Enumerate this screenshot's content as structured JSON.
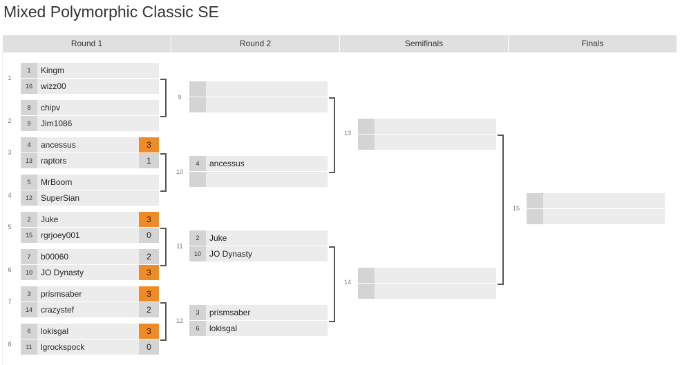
{
  "title": "Mixed Polymorphic Classic SE",
  "rounds": [
    "Round 1",
    "Round 2",
    "Semifinals",
    "Finals"
  ],
  "round1": [
    {
      "num": "1",
      "top": {
        "seed": "1",
        "name": "Kingm",
        "score": ""
      },
      "bot": {
        "seed": "16",
        "name": "wizz00",
        "score": ""
      }
    },
    {
      "num": "2",
      "top": {
        "seed": "8",
        "name": "chipv",
        "score": ""
      },
      "bot": {
        "seed": "9",
        "name": "Jim1086",
        "score": ""
      }
    },
    {
      "num": "3",
      "top": {
        "seed": "4",
        "name": "ancessus",
        "score": "3",
        "win": true
      },
      "bot": {
        "seed": "13",
        "name": "raptors",
        "score": "1"
      }
    },
    {
      "num": "4",
      "top": {
        "seed": "5",
        "name": "MrBoom",
        "score": ""
      },
      "bot": {
        "seed": "12",
        "name": "SuperSian",
        "score": ""
      }
    },
    {
      "num": "5",
      "top": {
        "seed": "2",
        "name": "Juke",
        "score": "3",
        "win": true
      },
      "bot": {
        "seed": "15",
        "name": "rgrjoey001",
        "score": "0"
      }
    },
    {
      "num": "6",
      "top": {
        "seed": "7",
        "name": "b00060",
        "score": "2"
      },
      "bot": {
        "seed": "10",
        "name": "JO Dynasty",
        "score": "3",
        "win": true
      }
    },
    {
      "num": "7",
      "top": {
        "seed": "3",
        "name": "prismsaber",
        "score": "3",
        "win": true
      },
      "bot": {
        "seed": "14",
        "name": "crazystef",
        "score": "2"
      }
    },
    {
      "num": "8",
      "top": {
        "seed": "6",
        "name": "lokisgal",
        "score": "3",
        "win": true
      },
      "bot": {
        "seed": "11",
        "name": "lgrockspock",
        "score": "0"
      }
    }
  ],
  "round2": [
    {
      "num": "9",
      "top": {
        "seed": "",
        "name": ""
      },
      "bot": {
        "seed": "",
        "name": ""
      }
    },
    {
      "num": "10",
      "top": {
        "seed": "4",
        "name": "ancessus"
      },
      "bot": {
        "seed": "",
        "name": ""
      }
    },
    {
      "num": "11",
      "top": {
        "seed": "2",
        "name": "Juke"
      },
      "bot": {
        "seed": "10",
        "name": "JO Dynasty"
      }
    },
    {
      "num": "12",
      "top": {
        "seed": "3",
        "name": "prismsaber"
      },
      "bot": {
        "seed": "6",
        "name": "lokisgal"
      }
    }
  ],
  "semifinals": [
    {
      "num": "13",
      "top": {
        "seed": "",
        "name": ""
      },
      "bot": {
        "seed": "",
        "name": ""
      }
    },
    {
      "num": "14",
      "top": {
        "seed": "",
        "name": ""
      },
      "bot": {
        "seed": "",
        "name": ""
      }
    }
  ],
  "finals": [
    {
      "num": "15",
      "top": {
        "seed": "",
        "name": ""
      },
      "bot": {
        "seed": "",
        "name": ""
      }
    }
  ],
  "colors": {
    "winner": "#f08a24",
    "slot": "#ececec",
    "seed": "#d4d4d4",
    "header": "#e0e0e0"
  }
}
